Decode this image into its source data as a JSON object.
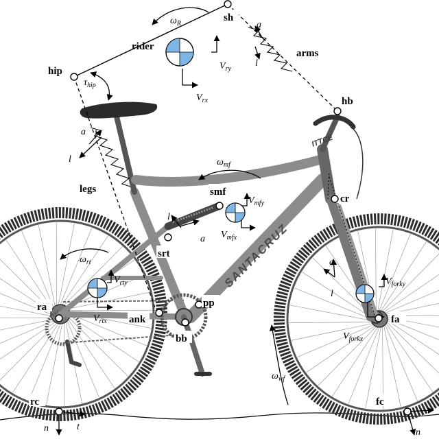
{
  "nodes": {
    "sh": "sh",
    "rider": "rider",
    "hip": "hip",
    "hb": "hb",
    "arms": "arms",
    "legs": "legs",
    "smf": "smf",
    "cr": "cr",
    "srt": "srt",
    "pp": "pp",
    "ra": "ra",
    "ank": "ank",
    "bb": "bb",
    "fa": "fa",
    "rc": "rc",
    "fc": "fc"
  },
  "symbols": {
    "omega": "ω",
    "tau": "τ",
    "V": "V",
    "omega_R_sub": "R",
    "omega_mf_sub": "mf",
    "omega_rt_sub": "rt",
    "omega_wf_sub": "wf",
    "tau_hip_sub": "hip",
    "V_ry_sub": "ry",
    "V_rx_sub": "rx",
    "V_mfy_sub": "mfy",
    "V_mfx_sub": "mfx",
    "V_rty_sub": "rty",
    "V_rtx_sub": "rtx",
    "V_forky_sub": "forky",
    "V_forkx_sub": "forkx",
    "a": "a",
    "l": "l",
    "n": "n",
    "t": "t"
  },
  "brand": {
    "downtube": "SANTACRUZ",
    "headtube": "ITTCE"
  },
  "colors": {
    "com_blue": "#7fb6e6",
    "frame_grey": "#8c8c8c",
    "tire": "#2b2b2b"
  }
}
